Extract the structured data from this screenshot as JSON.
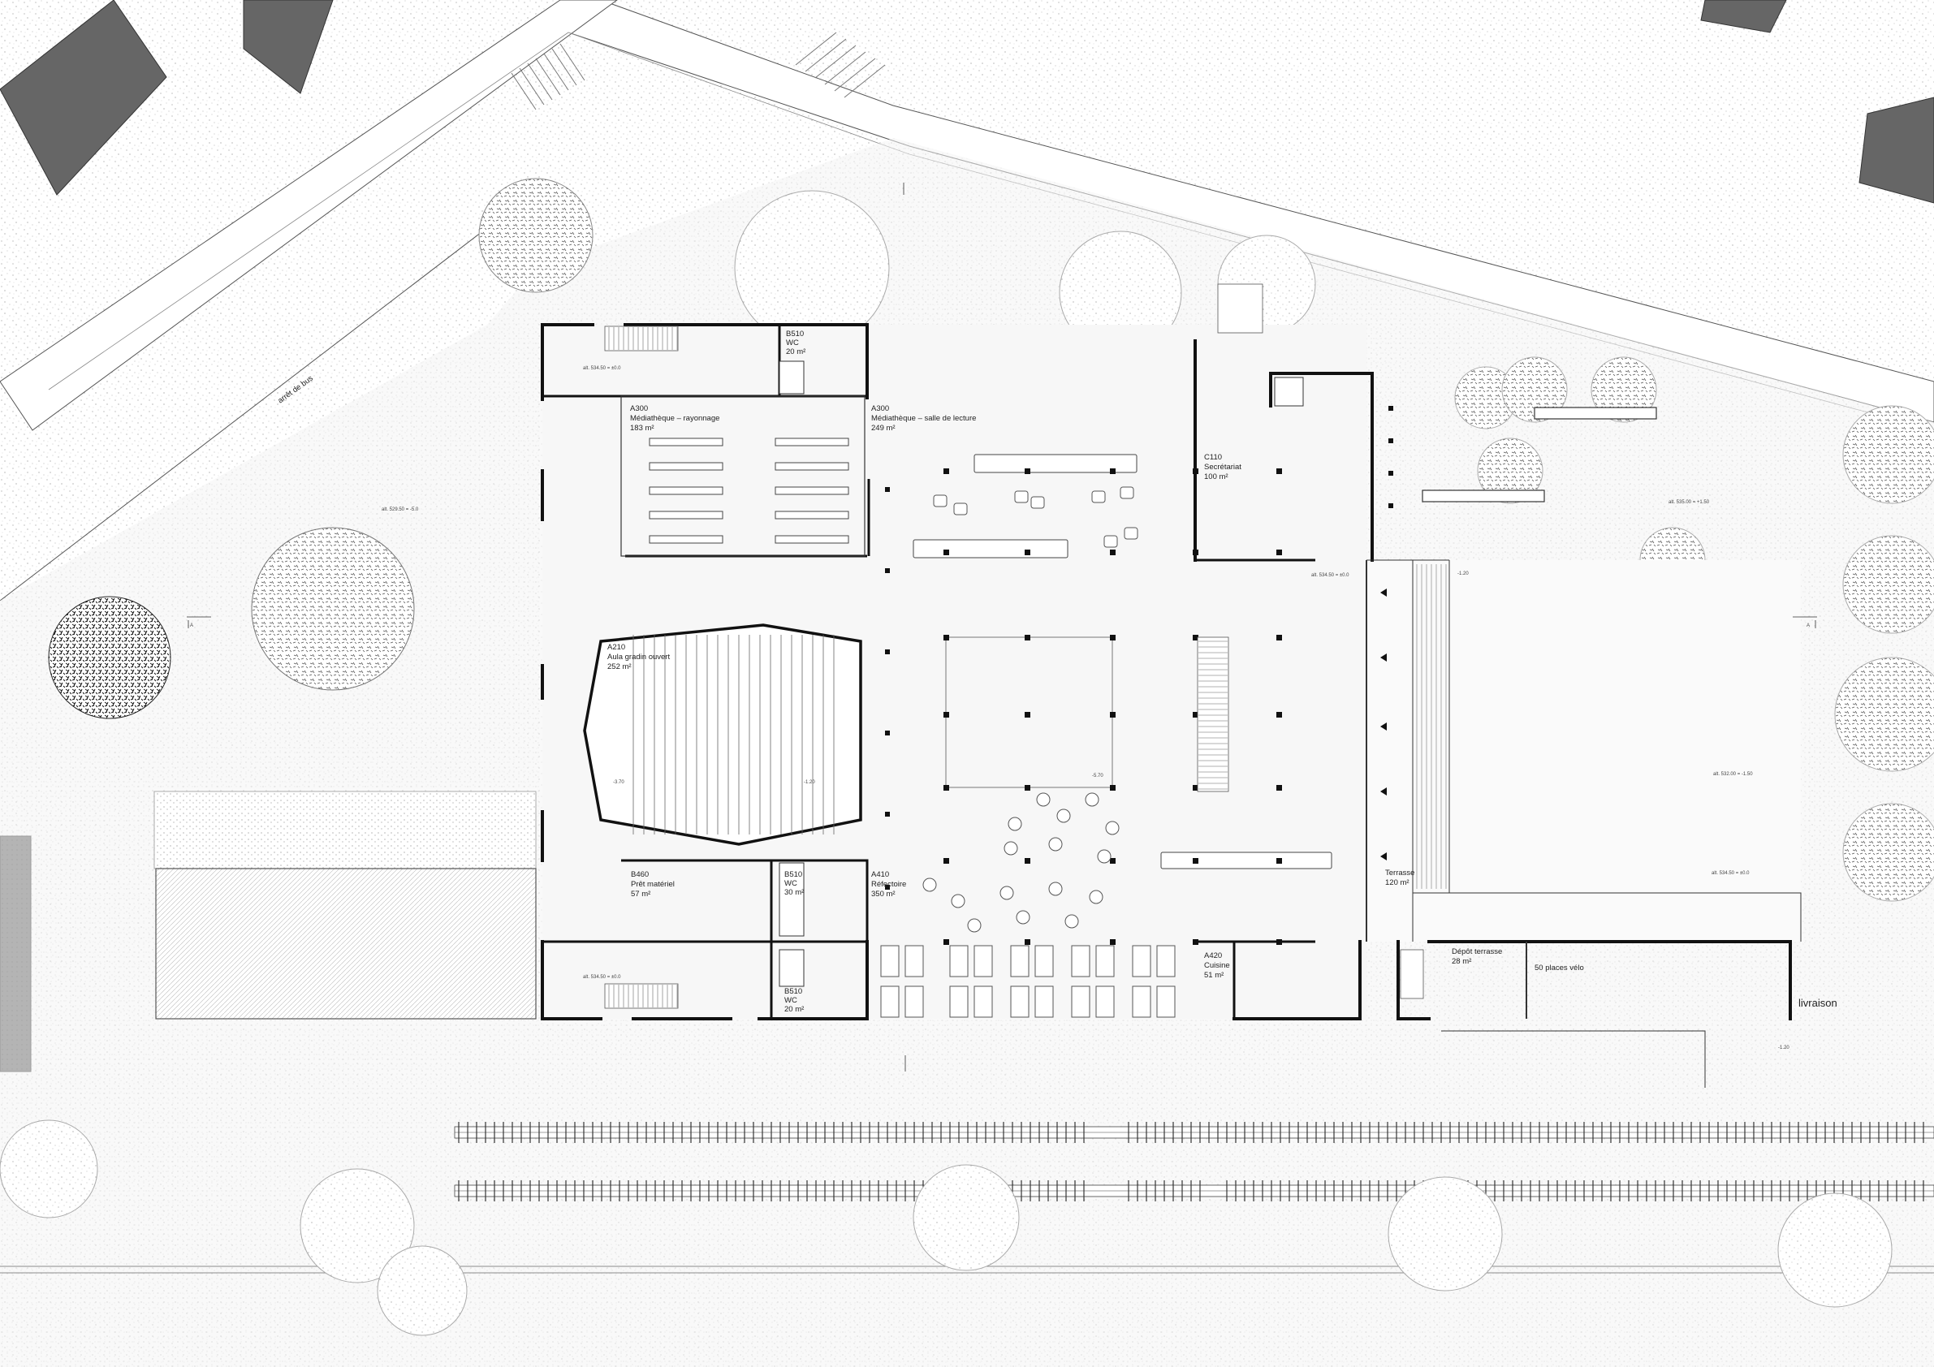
{
  "site": {
    "bus_stop": "arrêt de bus",
    "delivery": "livraison",
    "section_marker": "A",
    "elev_a": "alt. 534.50 = ±0.0",
    "elev_b": "alt. 529.50 = -5.0",
    "elev_c": "alt. 535.00 = +1.50",
    "elev_d": "alt. 532.00 = -1.50",
    "elev_e": "-1.20",
    "elev_f": "-3.70",
    "elev_g": "-1.20",
    "elev_h": "-5.70",
    "elev_i": "-1.20"
  },
  "rooms": [
    {
      "code": "A300",
      "name": "Médiathèque – rayonnage",
      "area": "183 m²"
    },
    {
      "code": "A300",
      "name": "Médiathèque – salle de lecture",
      "area": "249 m²"
    },
    {
      "code": "B510",
      "name": "WC",
      "area": "20 m²"
    },
    {
      "code": "C110",
      "name": "Secrétariat",
      "area": "100 m²"
    },
    {
      "code": "A210",
      "name": "Aula gradin ouvert",
      "area": "252 m²"
    },
    {
      "code": "B460",
      "name": "Prêt matériel",
      "area": "57 m²"
    },
    {
      "code": "B510",
      "name": "WC",
      "area": "30 m²"
    },
    {
      "code": "A410",
      "name": "Réfectoire",
      "area": "350 m²"
    },
    {
      "code": "B510",
      "name": "WC",
      "area": "20 m²"
    },
    {
      "code": "A420",
      "name": "Cuisine",
      "area": "51 m²"
    },
    {
      "code": "",
      "name": "Terrasse",
      "area": "120 m²"
    },
    {
      "code": "",
      "name": "Dépôt terrasse",
      "area": "28 m²"
    },
    {
      "code": "",
      "name": "50 places vélo",
      "area": ""
    }
  ]
}
